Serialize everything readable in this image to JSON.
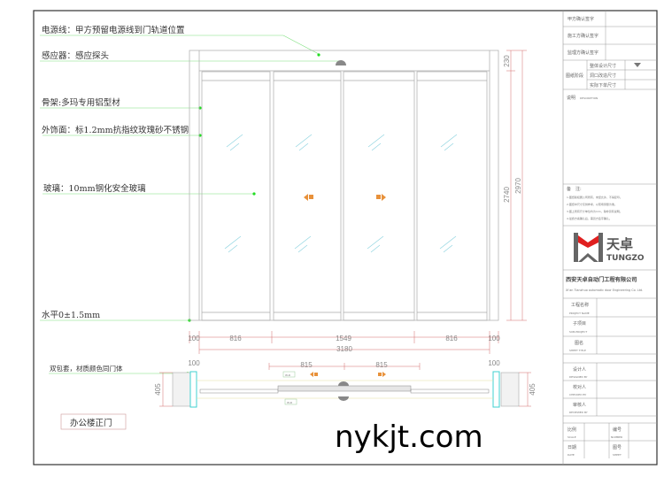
{
  "labels": {
    "power": "电源线：甲方预留电源线到门轨道位置",
    "sensor": "感应器：感应探头",
    "frame": "骨架:多玛专用铝型材",
    "finish": "外饰面：标1.2mm抗指纹玫瑰砂不锈钢",
    "glass": "玻璃：10mm钢化安全玻璃",
    "level": "水平0±1.5mm",
    "cladding": "双包套，材质颜色同门体",
    "title": "办公楼正门"
  },
  "dimensions": {
    "top_height": "230",
    "door_height": "2740",
    "total_height": "2970",
    "side_left": "100",
    "fixed_left": "816",
    "center": "1549",
    "fixed_right": "816",
    "side_right": "100",
    "total_width": "3180",
    "leaf_left": "815",
    "leaf_right": "815",
    "wall_left": "100",
    "wall_right": "100",
    "depth_left": "405",
    "depth_right": "405"
  },
  "title_block": {
    "client_sign": "甲方确认签字",
    "contractor_sign": "施工方确认签字",
    "supervisor_sign": "监理方确认签字",
    "stage": "图纸阶段",
    "stage_rows": [
      "整体设计尺寸",
      "洞口改造尺寸",
      "实际下单尺寸"
    ],
    "description": "说明",
    "description_en": "DESCRIPTION",
    "notes_title": "备　注:",
    "notes": [
      "1.图纸版权属公司所有，未经允许，不得复印。",
      "2.图纸中尺寸仅供参考，以现场测量为准。",
      "3.图上所有尺寸单位均为mm，除非另有说明。",
      "4.最终方案确认后，需双方签字确认。"
    ],
    "brand_cn": "天卓",
    "brand_en": "TUNGZO",
    "company_cn": "西安天卓自动门工程有限公司",
    "company_en": "Xi'an Tianzhuo automatic door Engineering Co. Ltd.",
    "fields": [
      {
        "cn": "工程名称",
        "en": "PROJECT NAME"
      },
      {
        "cn": "子项目",
        "en": "SUB-PROJECT"
      },
      {
        "cn": "图名",
        "en": "SHEET TITLE"
      },
      {
        "cn": "设计人",
        "en": "DESIGNED BY"
      },
      {
        "cn": "校对人",
        "en": "CHECKED BY"
      },
      {
        "cn": "审核人",
        "en": "REVIEWED BY"
      }
    ],
    "scale": {
      "cn": "比例",
      "en": "SCALE"
    },
    "number": {
      "cn": "编号",
      "en": "NUMBER"
    },
    "date": {
      "cn": "日期",
      "en": "DATE"
    },
    "sheet": {
      "cn": "图号",
      "en": "SHEET"
    }
  },
  "plan_tags": [
    "W-R",
    "W-R"
  ],
  "site_watermark": "nykjt.com",
  "colors": {
    "leader": "#7de07d",
    "dimension": "#d46a6a",
    "glass": "#8fd4e0",
    "arrow": "#e8913a",
    "wall_cap": "#3fd0d0",
    "brand_red": "#e02020"
  }
}
